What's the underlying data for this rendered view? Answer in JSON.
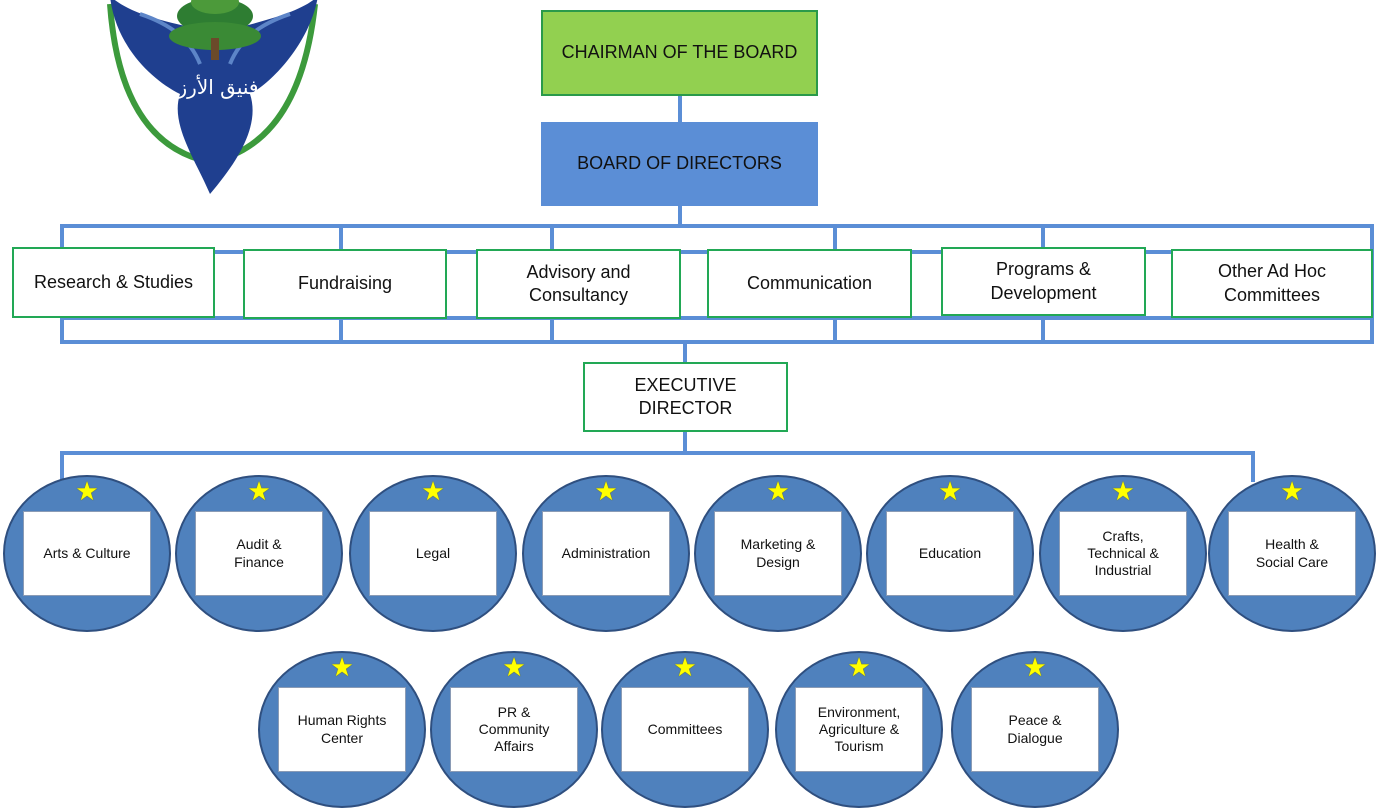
{
  "logo": {
    "text": "فنيق الأرز"
  },
  "chairman": {
    "label": "CHAIRMAN OF THE BOARD"
  },
  "board": {
    "label": "BOARD OF DIRECTORS"
  },
  "committees": [
    {
      "label": "Research & Studies"
    },
    {
      "label": "Fundraising"
    },
    {
      "label": "Advisory and\nConsultancy"
    },
    {
      "label": "Communication"
    },
    {
      "label": "Programs &\nDevelopment"
    },
    {
      "label": "Other Ad Hoc\nCommittees"
    }
  ],
  "executive": {
    "label": "EXECUTIVE\nDIRECTOR"
  },
  "departments_row1": [
    {
      "label": "Arts & Culture"
    },
    {
      "label": "Audit &\nFinance"
    },
    {
      "label": "Legal"
    },
    {
      "label": "Administration"
    },
    {
      "label": "Marketing &\nDesign"
    },
    {
      "label": "Education"
    },
    {
      "label": "Crafts,\nTechnical &\nIndustrial"
    },
    {
      "label": "Health &\nSocial Care"
    }
  ],
  "departments_row2": [
    {
      "label": "Human Rights\nCenter"
    },
    {
      "label": "PR &\nCommunity\nAffairs"
    },
    {
      "label": "Committees"
    },
    {
      "label": "Environment,\nAgriculture &\nTourism"
    },
    {
      "label": "Peace &\nDialogue"
    }
  ],
  "colors": {
    "chairman_fill": "#92d050",
    "board_fill": "#5b8ed6",
    "connector": "#5b8ed6",
    "outline_green": "#22a855",
    "dept_fill": "#4f81bd",
    "star": "#ffff00"
  }
}
